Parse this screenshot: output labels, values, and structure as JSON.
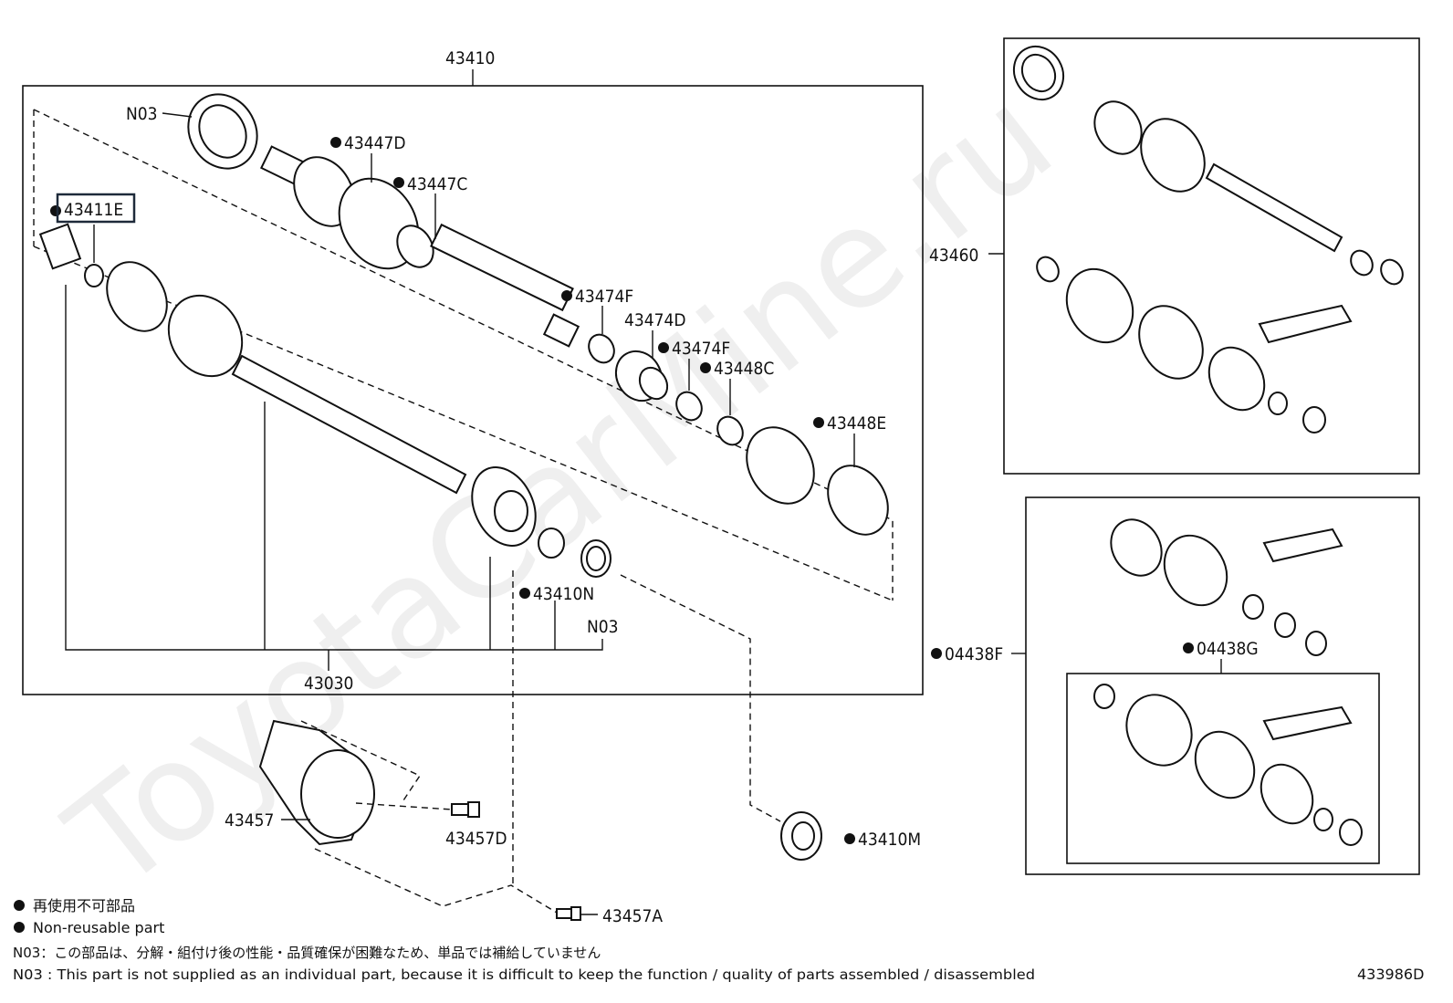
{
  "labels": {
    "p43410": "43410",
    "p43030": "43030",
    "p43460": "43460",
    "p43457": "43457",
    "p43457D": "43457D",
    "p43457A": "43457A",
    "p43410M": "43410M",
    "p43410N": "43410N",
    "p04438F": "04438F",
    "p04438G": "04438G",
    "p43447D": "43447D",
    "p43447C": "43447C",
    "p43411E": "43411E",
    "p43474F_a": "43474F",
    "p43474D": "43474D",
    "p43474F_b": "43474F",
    "p43448C": "43448C",
    "p43448E": "43448E",
    "pN03_a": "N03",
    "pN03_b": "N03"
  },
  "legend": {
    "jp": "再使用不可部品",
    "en": "Non-reusable part"
  },
  "notes": {
    "jp": "N03：この部品は、分解・組付け後の性能・品質確保が困難なため、単品では補給していません",
    "en": "N03 : This part is not supplied as an individual part, because it is difficult to keep the function / quality of parts  assembled / disassembled"
  },
  "diagram_id": "433986D",
  "watermark": "ToyotaCarMine.ru",
  "colors": {
    "line": "#111111",
    "highlight": "#1e2a3a"
  }
}
